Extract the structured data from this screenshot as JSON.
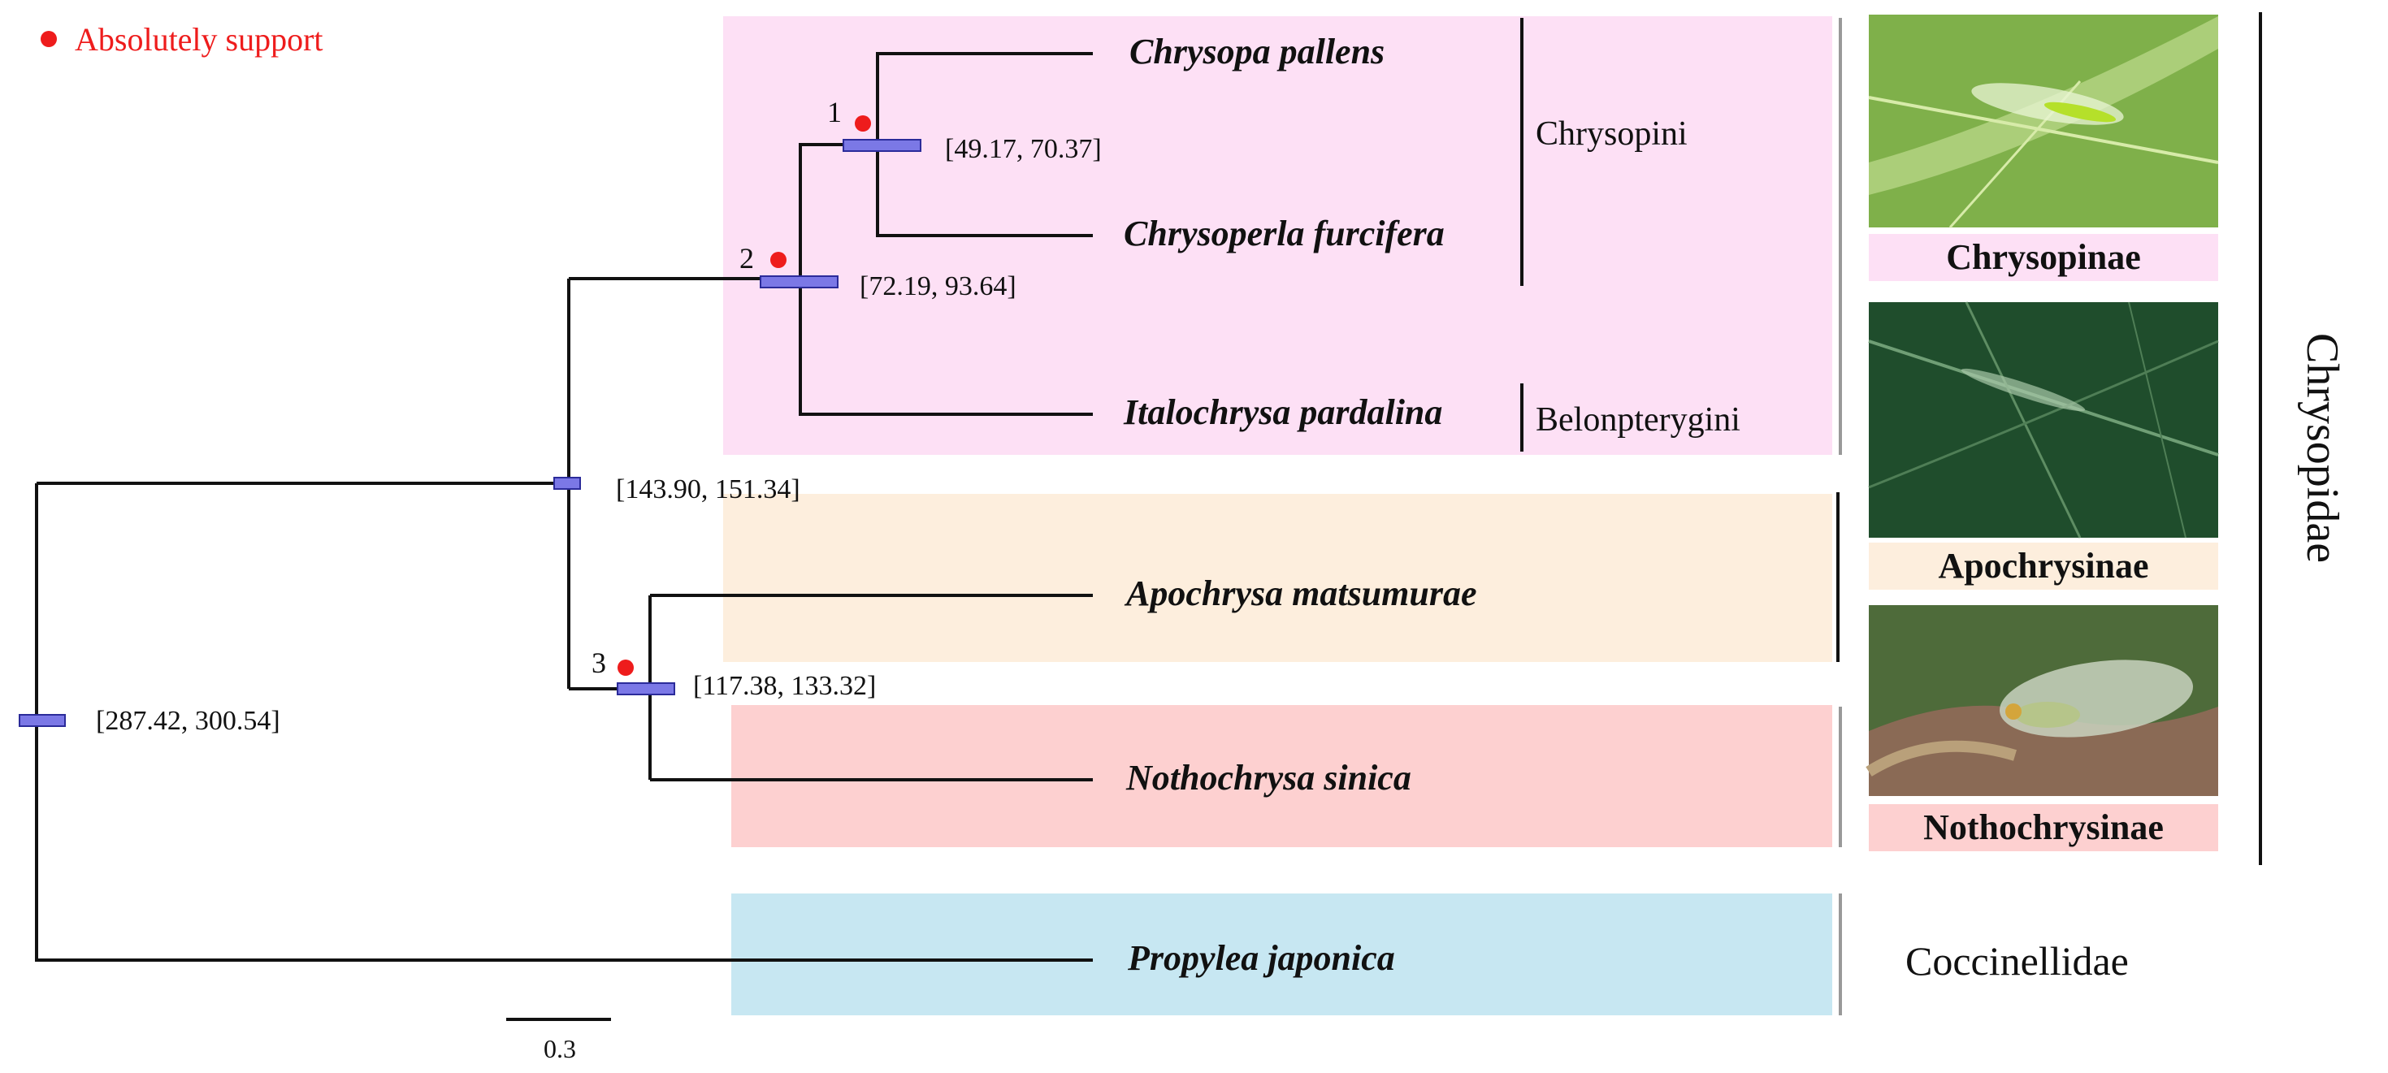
{
  "legend": {
    "label": "Absolutely support",
    "color": "#ee1c1c"
  },
  "taxa": [
    "Chrysopa pallens",
    "Chrysoperla furcifera",
    "Italochrysa pardalina",
    "Apochrysa matsumurae",
    "Nothochrysa sinica",
    "Propylea japonica"
  ],
  "nodes": [
    {
      "number": "1",
      "interval": "[49.17, 70.37]",
      "support": true
    },
    {
      "number": "2",
      "interval": "[72.19, 93.64]",
      "support": true
    },
    {
      "number": "3",
      "interval": "[117.38, 133.32]",
      "support": true
    },
    {
      "number": "",
      "interval": "[143.90, 151.34]",
      "support": false
    },
    {
      "number": "",
      "interval": "[287.42, 300.54]",
      "support": false
    }
  ],
  "tribes": [
    "Chrysopini",
    "Belonpterygini"
  ],
  "subfamilies": [
    "Chrysopinae",
    "Apochrysinae",
    "Nothochrysinae"
  ],
  "families": [
    "Chrysopidae",
    "Coccinellidae"
  ],
  "scale_bar": "0.3",
  "colors": {
    "chrysopinae": "#fde0f5",
    "apochrysinae": "#fdeedd",
    "nothochrysinae": "#fdd0d0",
    "coccinellidae": "#c7e7f2",
    "interval_bar": "#7b78e6",
    "support_dot": "#ee1c1c"
  }
}
